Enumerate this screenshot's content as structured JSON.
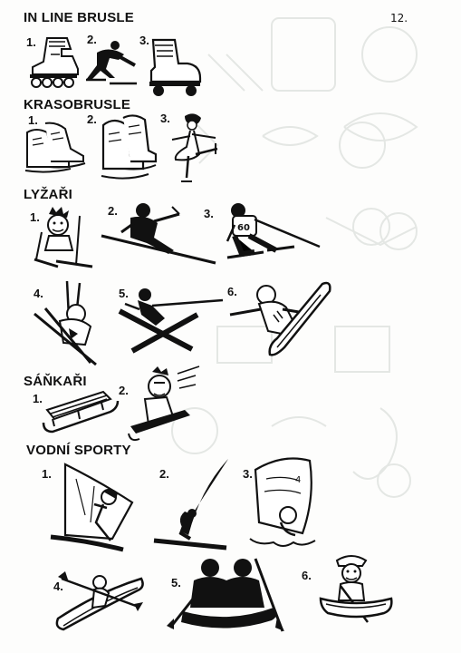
{
  "page_number": "12.",
  "sections": {
    "inline": {
      "title": "IN LINE BRUSLE",
      "items": [
        "1.",
        "2.",
        "3."
      ]
    },
    "figure": {
      "title": "KRASOBRUSLE",
      "items": [
        "1.",
        "2.",
        "3."
      ]
    },
    "ski": {
      "title": "LYŽAŘI",
      "items": [
        "1.",
        "2.",
        "3.",
        "4.",
        "5.",
        "6."
      ]
    },
    "sled": {
      "title": "SÁŇKAŘI",
      "items": [
        "1.",
        "2."
      ]
    },
    "water": {
      "title": "VODNÍ SPORTY",
      "items": [
        "1.",
        "2.",
        "3.",
        "4.",
        "5.",
        "6."
      ]
    }
  },
  "icons": {
    "inline": [
      "inline-skate-icon",
      "speed-skater-icon",
      "roller-skate-icon"
    ],
    "figure": [
      "ice-skates-pair-icon",
      "ice-skates-white-icon",
      "figure-skater-icon"
    ],
    "ski": [
      "child-skier-icon",
      "downhill-skier-icon",
      "racing-skier-icon",
      "crashing-skier-icon",
      "falling-skier-icon",
      "snowboarder-icon"
    ],
    "sled": [
      "sled-icon",
      "sledding-child-icon"
    ],
    "water": [
      "windsurfer-icon",
      "windsurf-silhouette-icon",
      "cartoon-windsurfer-icon",
      "kayaker-icon",
      "rafting-silhouette-icon",
      "canoeist-icon"
    ]
  }
}
